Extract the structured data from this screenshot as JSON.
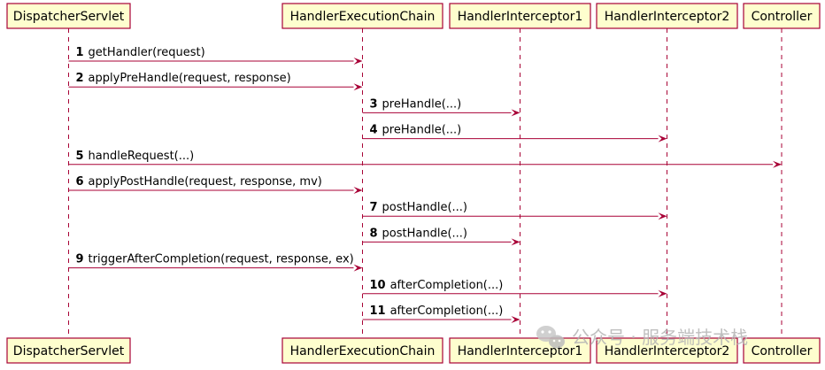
{
  "participants": [
    {
      "id": "dispatcher",
      "label": "DispatcherServlet"
    },
    {
      "id": "chain",
      "label": "HandlerExecutionChain"
    },
    {
      "id": "interceptor1",
      "label": "HandlerInterceptor1"
    },
    {
      "id": "interceptor2",
      "label": "HandlerInterceptor2"
    },
    {
      "id": "controller",
      "label": "Controller"
    }
  ],
  "messages": [
    {
      "num": "1",
      "text": "getHandler(request)",
      "from": "dispatcher",
      "to": "chain"
    },
    {
      "num": "2",
      "text": "applyPreHandle(request, response)",
      "from": "dispatcher",
      "to": "chain"
    },
    {
      "num": "3",
      "text": "preHandle(...)",
      "from": "chain",
      "to": "interceptor1"
    },
    {
      "num": "4",
      "text": "preHandle(...)",
      "from": "chain",
      "to": "interceptor2"
    },
    {
      "num": "5",
      "text": "handleRequest(...)",
      "from": "dispatcher",
      "to": "controller"
    },
    {
      "num": "6",
      "text": "applyPostHandle(request, response, mv)",
      "from": "dispatcher",
      "to": "chain"
    },
    {
      "num": "7",
      "text": "postHandle(...)",
      "from": "chain",
      "to": "interceptor2"
    },
    {
      "num": "8",
      "text": "postHandle(...)",
      "from": "chain",
      "to": "interceptor1"
    },
    {
      "num": "9",
      "text": "triggerAfterCompletion(request, response, ex)",
      "from": "dispatcher",
      "to": "chain"
    },
    {
      "num": "10",
      "text": "afterCompletion(...)",
      "from": "chain",
      "to": "interceptor2"
    },
    {
      "num": "11",
      "text": "afterCompletion(...)",
      "from": "chain",
      "to": "interceptor1"
    }
  ],
  "watermark": {
    "text": "公众号 · 服务端技术栈",
    "icon": "wechat-icon"
  },
  "colors": {
    "line": "#A80036",
    "box_fill": "#FEFECE",
    "text": "#000000",
    "watermark": "#b4b4b4"
  }
}
